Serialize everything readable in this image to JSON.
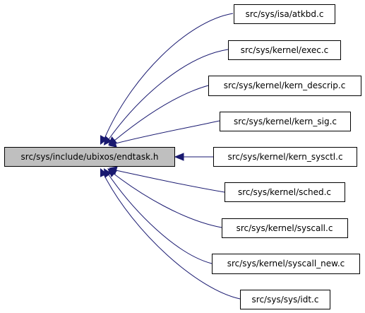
{
  "diagram": {
    "type": "include-dependency-graph",
    "root": {
      "id": "endtask_h",
      "label": "src/sys/include/ubixos/endtask.h"
    },
    "nodes": [
      {
        "id": "atkbd_c",
        "label": "src/sys/isa/atkbd.c"
      },
      {
        "id": "exec_c",
        "label": "src/sys/kernel/exec.c"
      },
      {
        "id": "kern_descrip_c",
        "label": "src/sys/kernel/kern_descrip.c"
      },
      {
        "id": "kern_sig_c",
        "label": "src/sys/kernel/kern_sig.c"
      },
      {
        "id": "kern_sysctl_c",
        "label": "src/sys/kernel/kern_sysctl.c"
      },
      {
        "id": "sched_c",
        "label": "src/sys/kernel/sched.c"
      },
      {
        "id": "syscall_c",
        "label": "src/sys/kernel/syscall.c"
      },
      {
        "id": "syscall_new_c",
        "label": "src/sys/kernel/syscall_new.c"
      },
      {
        "id": "idt_c",
        "label": "src/sys/sys/idt.c"
      }
    ],
    "edges": [
      {
        "from": "atkbd_c",
        "to": "endtask_h"
      },
      {
        "from": "exec_c",
        "to": "endtask_h"
      },
      {
        "from": "kern_descrip_c",
        "to": "endtask_h"
      },
      {
        "from": "kern_sig_c",
        "to": "endtask_h"
      },
      {
        "from": "kern_sysctl_c",
        "to": "endtask_h"
      },
      {
        "from": "sched_c",
        "to": "endtask_h"
      },
      {
        "from": "syscall_c",
        "to": "endtask_h"
      },
      {
        "from": "syscall_new_c",
        "to": "endtask_h"
      },
      {
        "from": "idt_c",
        "to": "endtask_h"
      }
    ],
    "colors": {
      "edge": "#191970",
      "root_fill": "#bfbfbf",
      "node_fill": "#ffffff",
      "border": "#000000"
    }
  }
}
